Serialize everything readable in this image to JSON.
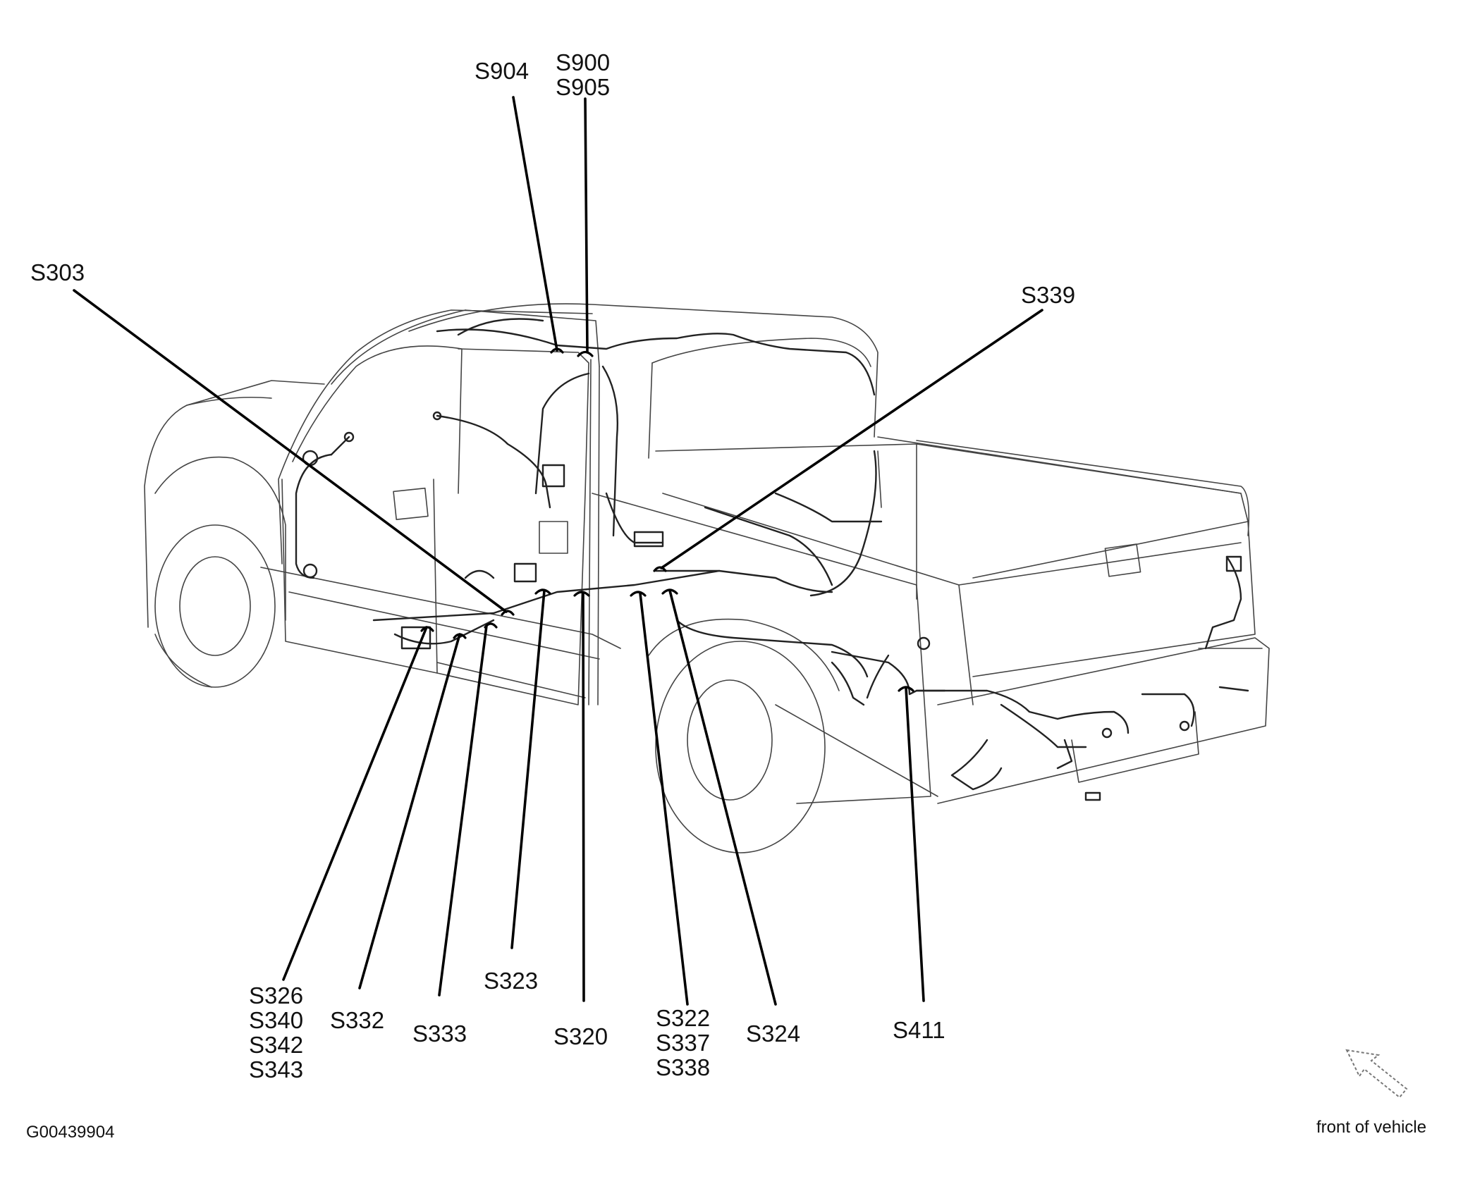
{
  "figure_id": "G00439904",
  "front_label": "front of vehicle",
  "labels": {
    "s904": "S904",
    "s900": "S900",
    "s905": "S905",
    "s303": "S303",
    "s339": "S339",
    "s326": "S326",
    "s340": "S340",
    "s342": "S342",
    "s343": "S343",
    "s332": "S332",
    "s333": "S333",
    "s323": "S323",
    "s320": "S320",
    "s322": "S322",
    "s337": "S337",
    "s338": "S338",
    "s324": "S324",
    "s411": "S411"
  }
}
